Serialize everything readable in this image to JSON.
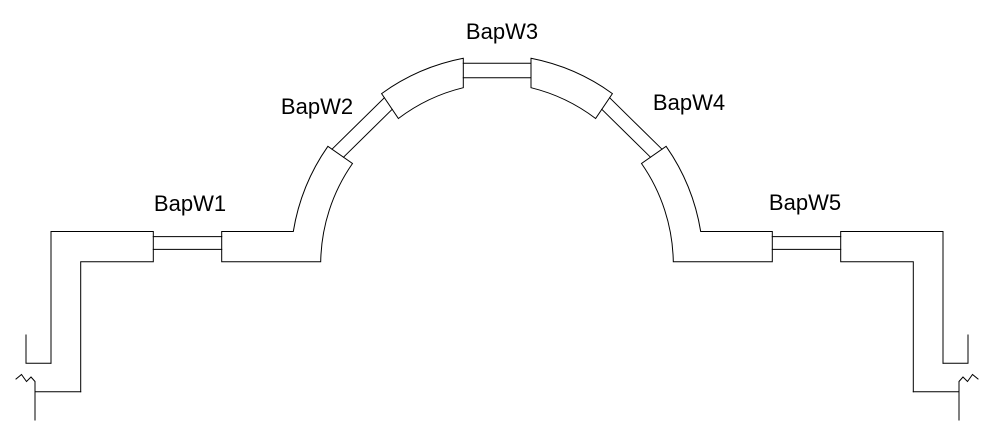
{
  "diagram": {
    "joints": [
      {
        "label": "BapW1"
      },
      {
        "label": "BapW2"
      },
      {
        "label": "BapW3"
      },
      {
        "label": "BapW4"
      },
      {
        "label": "BapW5"
      }
    ],
    "colors": {
      "line": "#000000",
      "background": "#ffffff"
    }
  }
}
